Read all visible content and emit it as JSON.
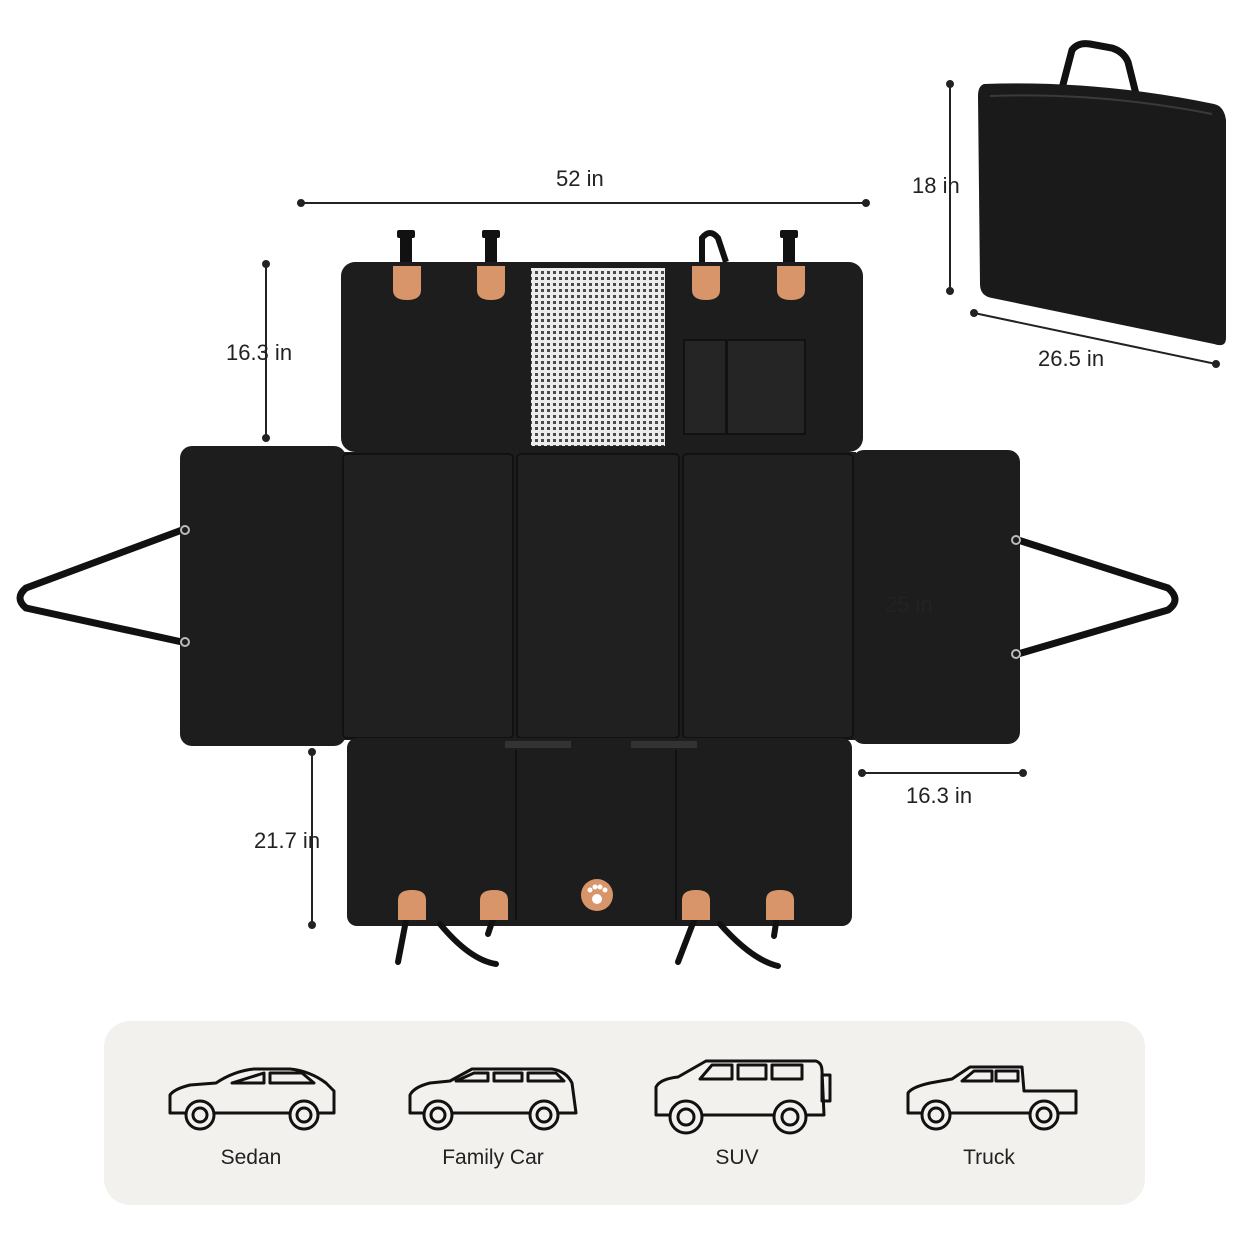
{
  "dimensions": {
    "width_top": "52 in",
    "back_height": "16.3 in",
    "bag_height": "18 in",
    "bag_width": "26.5 in",
    "side_height": "25 in",
    "side_width": "16.3 in",
    "front_height": "21.7 in"
  },
  "vehicles": [
    {
      "label": "Sedan",
      "icon": "sedan-icon"
    },
    {
      "label": "Family Car",
      "icon": "family-car-icon"
    },
    {
      "label": "SUV",
      "icon": "suv-icon"
    },
    {
      "label": "Truck",
      "icon": "truck-icon"
    }
  ],
  "colors": {
    "fabric": "#1f1f1f",
    "leather_tab": "#d9956a",
    "panel_bg": "#f3f1ee",
    "mesh": "#9a9a9a"
  }
}
